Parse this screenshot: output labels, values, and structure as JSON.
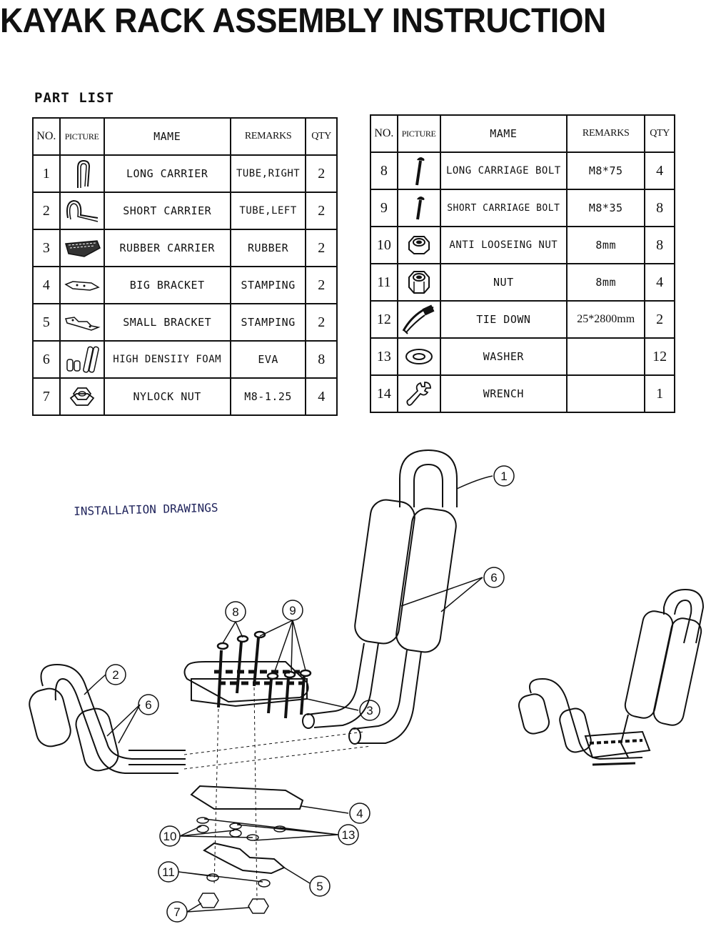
{
  "title": "KAYAK RACK ASSEMBLY INSTRUCTION",
  "part_list_heading": "PART LIST",
  "table_headers": {
    "no": "NO.",
    "picture": "PICTURE",
    "name": "MAME",
    "remarks": "REMARKS",
    "qty": "QTY"
  },
  "parts_left": [
    {
      "no": "1",
      "name": "LONG CARRIER",
      "remarks": "TUBE,RIGHT",
      "qty": "2",
      "icon": "long-carrier-icon"
    },
    {
      "no": "2",
      "name": "SHORT CARRIER",
      "remarks": "TUBE,LEFT",
      "qty": "2",
      "icon": "short-carrier-icon"
    },
    {
      "no": "3",
      "name": "RUBBER CARRIER",
      "remarks": "RUBBER",
      "qty": "2",
      "icon": "rubber-carrier-icon"
    },
    {
      "no": "4",
      "name": "BIG BRACKET",
      "remarks": "STAMPING",
      "qty": "2",
      "icon": "big-bracket-icon"
    },
    {
      "no": "5",
      "name": "SMALL BRACKET",
      "remarks": "STAMPING",
      "qty": "2",
      "icon": "small-bracket-icon"
    },
    {
      "no": "6",
      "name": "HIGH DENSIIY FOAM",
      "remarks": "EVA",
      "qty": "8",
      "icon": "foam-icon"
    },
    {
      "no": "7",
      "name": "NYLOCK NUT",
      "remarks": "M8-1.25",
      "qty": "4",
      "icon": "nylock-nut-icon"
    }
  ],
  "parts_right": [
    {
      "no": "8",
      "name": "LONG CARRIAGE BOLT",
      "remarks": "M8*75",
      "qty": "4",
      "icon": "long-bolt-icon"
    },
    {
      "no": "9",
      "name": "SHORT CARRIAGE BOLT",
      "remarks": "M8*35",
      "qty": "8",
      "icon": "short-bolt-icon"
    },
    {
      "no": "10",
      "name": "ANTI LOOSEING NUT",
      "remarks": "8mm",
      "qty": "8",
      "icon": "anti-loosening-nut-icon"
    },
    {
      "no": "11",
      "name": "NUT",
      "remarks": "8mm",
      "qty": "4",
      "icon": "nut-icon"
    },
    {
      "no": "12",
      "name": "TIE DOWN",
      "remarks": "25*2800mm",
      "qty": "2",
      "icon": "tie-down-icon"
    },
    {
      "no": "13",
      "name": "WASHER",
      "remarks": "",
      "qty": "12",
      "icon": "washer-icon"
    },
    {
      "no": "14",
      "name": "WRENCH",
      "remarks": "",
      "qty": "1",
      "icon": "wrench-icon"
    }
  ],
  "installation_heading": "INSTALLATION DRAWINGS",
  "callouts": [
    "1",
    "2",
    "3",
    "4",
    "5",
    "6",
    "6",
    "7",
    "8",
    "9",
    "10",
    "11",
    "13"
  ]
}
